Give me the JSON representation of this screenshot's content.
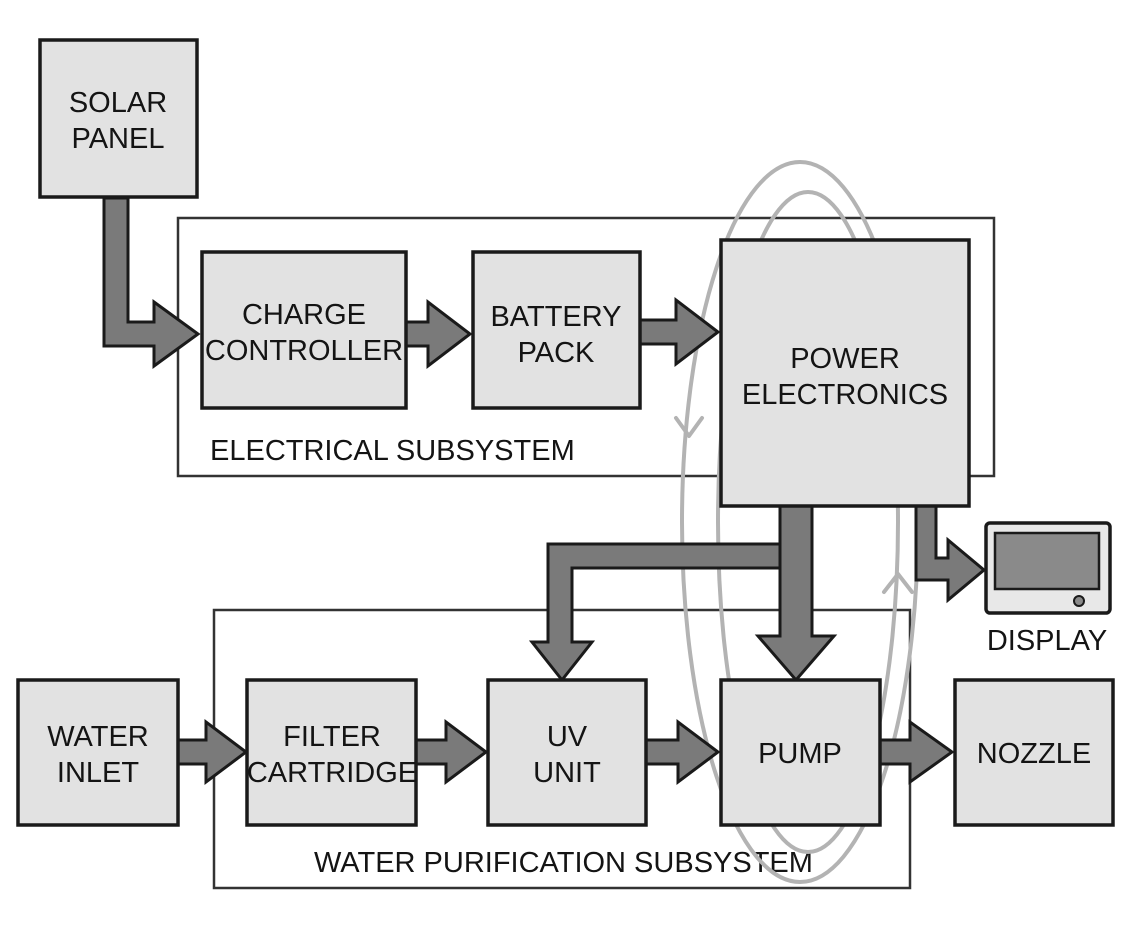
{
  "blocks": {
    "solar_panel": [
      "SOLAR",
      "PANEL"
    ],
    "charge_controller": [
      "CHARGE",
      "CONTROLLER"
    ],
    "battery_pack": [
      "BATTERY",
      "PACK"
    ],
    "power_electronics": [
      "POWER",
      "ELECTRONICS"
    ],
    "water_inlet": [
      "WATER",
      "INLET"
    ],
    "filter_cartridge": [
      "FILTER",
      "CARTRIDGE"
    ],
    "uv_unit": [
      "UV",
      "UNIT"
    ],
    "pump": [
      "PUMP"
    ],
    "nozzle": [
      "NOZZLE"
    ],
    "display": [
      "DISPLAY"
    ]
  },
  "groups": {
    "electrical": "ELECTRICAL SUBSYSTEM",
    "water_purification": "WATER PURIFICATION SUBSYSTEM"
  },
  "colors": {
    "block_fill": "#e2e2e2",
    "arrow_fill": "#7a7a7a",
    "feedback_loop": "#b3b3b3",
    "outline": "#1a1a1a"
  },
  "icons": {
    "display": "monitor-icon"
  }
}
